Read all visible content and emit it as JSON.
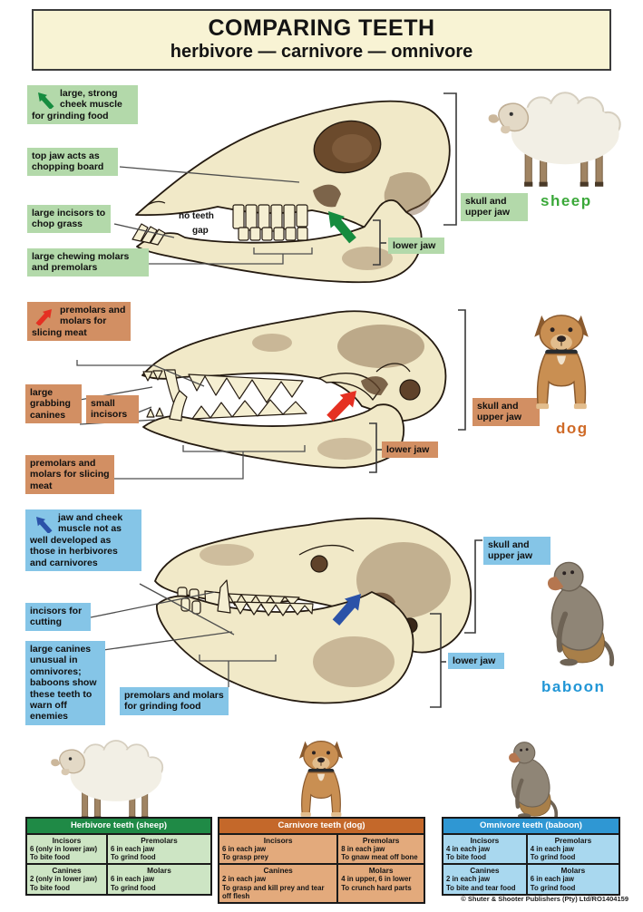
{
  "title": {
    "line1": "COMPARING TEETH",
    "line2": "herbivore — carnivore — omnivore"
  },
  "sheep": {
    "caption": "sheep",
    "callouts": {
      "cheek": "large, strong cheek muscle for grinding food",
      "top_jaw": "top jaw acts as chopping board",
      "incisors": "large incisors to chop grass",
      "molars": "large chewing molars and premolars"
    },
    "skull": {
      "no_teeth": "no teeth",
      "gap": "gap"
    },
    "brackets": {
      "skull_upper": "skull and upper jaw",
      "lower_jaw": "lower jaw"
    }
  },
  "dog": {
    "caption": "dog",
    "callouts": {
      "slicing_top": "premolars and molars for slicing meat",
      "canines": "large grabbing canines",
      "incisors": "small incisors",
      "slicing_bottom": "premolars and molars for slicing meat"
    },
    "brackets": {
      "skull_upper": "skull and upper jaw",
      "lower_jaw": "lower jaw"
    }
  },
  "baboon": {
    "caption": "baboon",
    "callouts": {
      "muscle": "jaw and cheek muscle not as well developed as those in herbivores and carnivores",
      "incisors": "incisors for cutting",
      "canines": "large canines unusual in omnivores; baboons show these teeth to warn off enemies",
      "molars": "premolars and molars for grinding food"
    },
    "brackets": {
      "skull_upper": "skull and upper jaw",
      "lower_jaw": "lower jaw"
    }
  },
  "tables": [
    {
      "title": "Herbivore teeth (sheep)",
      "cells": [
        {
          "head": "Incisors",
          "count": "6 (only in lower jaw)",
          "func": "To bite food"
        },
        {
          "head": "Premolars",
          "count": "6 in each jaw",
          "func": "To grind food"
        },
        {
          "head": "Canines",
          "count": "2 (only in lower jaw)",
          "func": "To bite food"
        },
        {
          "head": "Molars",
          "count": "6 in each jaw",
          "func": "To grind food"
        }
      ]
    },
    {
      "title": "Carnivore teeth (dog)",
      "cells": [
        {
          "head": "Incisors",
          "count": "6 in each jaw",
          "func": "To grasp prey"
        },
        {
          "head": "Premolars",
          "count": "8 in each jaw",
          "func": "To gnaw meat off bone"
        },
        {
          "head": "Canines",
          "count": "2 in each jaw",
          "func": "To grasp and kill prey and tear off flesh"
        },
        {
          "head": "Molars",
          "count": "4 in upper, 6 in lower",
          "func": "To crunch hard parts"
        }
      ]
    },
    {
      "title": "Omnivore teeth (baboon)",
      "cells": [
        {
          "head": "Incisors",
          "count": "4 in each jaw",
          "func": "To bite food"
        },
        {
          "head": "Premolars",
          "count": "4 in each jaw",
          "func": "To grind food"
        },
        {
          "head": "Canines",
          "count": "2 in each jaw",
          "func": "To bite and tear food"
        },
        {
          "head": "Molars",
          "count": "6 in each jaw",
          "func": "To grind food"
        }
      ]
    }
  ],
  "footer": {
    "copyright": "© Shuter & Shooter Publishers (Pty) Ltd/RO1404159"
  },
  "colors": {
    "title_bg": "#f8f3d4",
    "herbivore_header": "#1f8a46",
    "herbivore_cell": "#cde5c4",
    "herbivore_box": "#b3d9aa",
    "carnivore_header": "#c4682a",
    "carnivore_cell": "#e3aa7c",
    "carnivore_box": "#d28f63",
    "omnivore_header": "#2f97d3",
    "omnivore_cell": "#a9d8ef",
    "omnivore_box": "#85c5e7",
    "arrow_green": "#168c3f",
    "arrow_red": "#e53022",
    "arrow_blue": "#2b52a8",
    "caption_sheep": "#3aa839",
    "caption_dog": "#cf6a27",
    "caption_baboon": "#2196d6",
    "bone": "#f1e9c8"
  }
}
